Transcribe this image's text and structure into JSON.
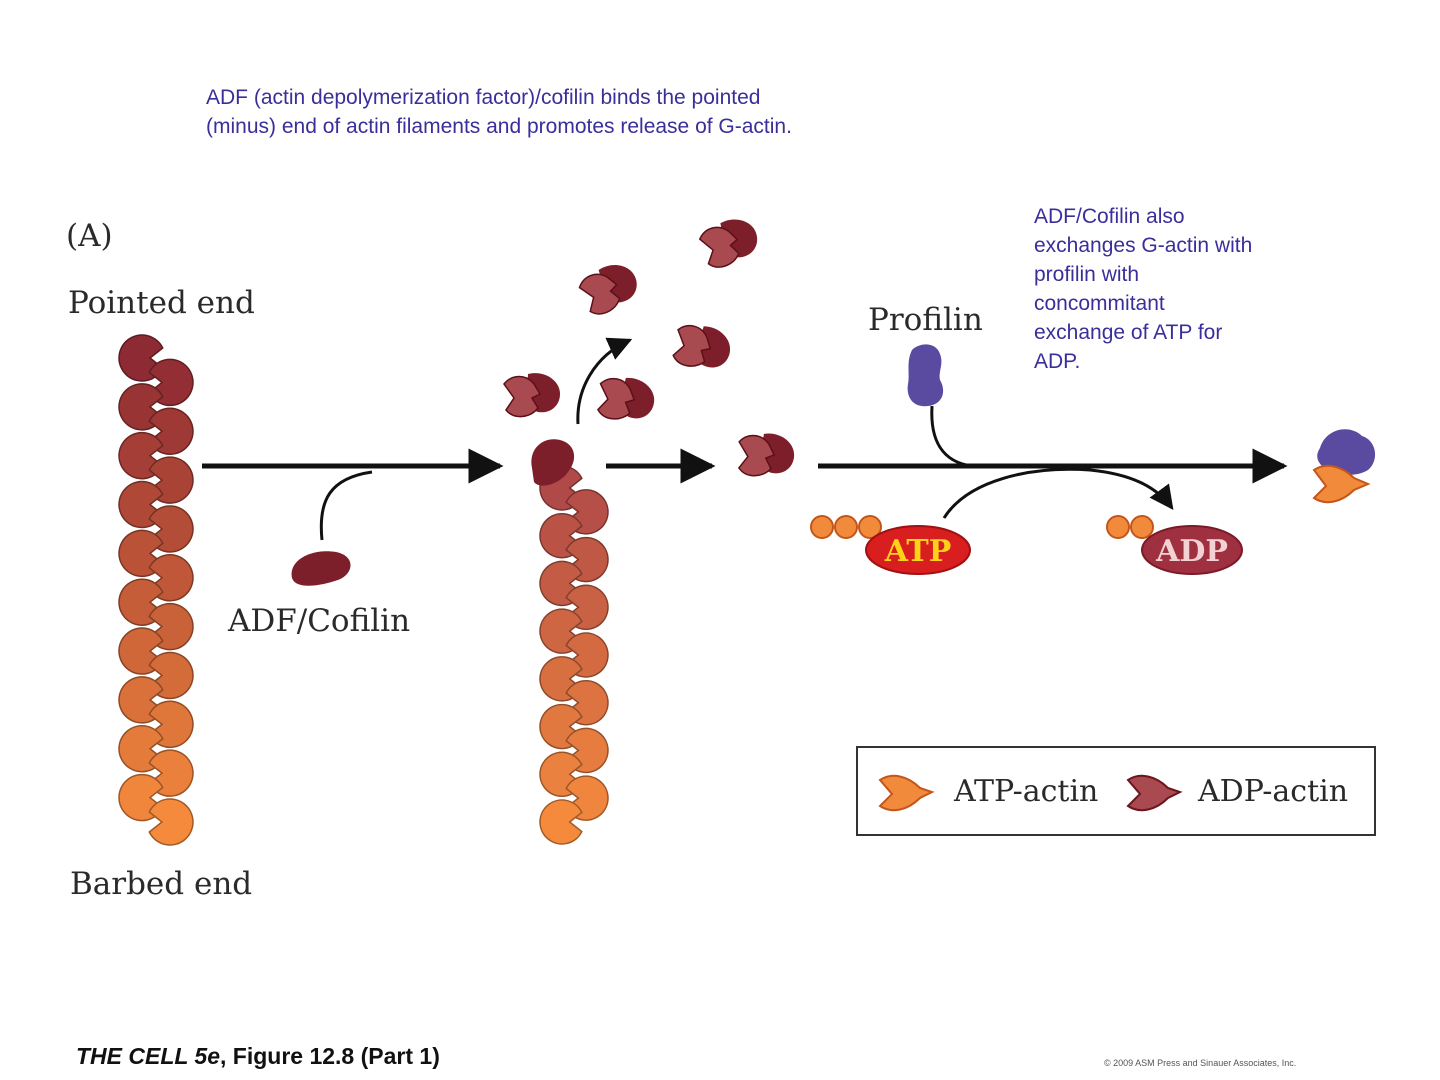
{
  "header_note": {
    "line1": "ADF (actin depolymerization factor)/cofilin binds the pointed",
    "line2": "(minus) end of actin filaments and promotes release of G-actin."
  },
  "side_note": {
    "lines": [
      "ADF/Cofilin also",
      "exchanges G-actin with",
      "profilin with",
      "concommitant",
      "exchange of ATP for",
      "ADP."
    ]
  },
  "labels": {
    "panel": "(A)",
    "pointed_end": "Pointed end",
    "barbed_end": "Barbed end",
    "adf_cofilin": "ADF/Cofilin",
    "profilin": "Profilin",
    "atp": "ATP",
    "adp": "ADP"
  },
  "legend": {
    "atp_actin": "ATP-actin",
    "adp_actin": "ADP-actin"
  },
  "footer": {
    "book": "THE CELL 5e",
    "figure": ", Figure 12.8 (Part 1)",
    "copyright": "© 2009 ASM Press and Sinauer Associates, Inc."
  },
  "colors": {
    "adp_actin": "#7d1f2a",
    "adp_actin_light": "#a84a50",
    "atp_actin": "#f28a3c",
    "profilin": "#5a4aa0",
    "note_text": "#3a2f9a",
    "atp_pill": "#d81e1e",
    "atp_text": "#ffd21a",
    "adp_pill": "#9e3040"
  }
}
